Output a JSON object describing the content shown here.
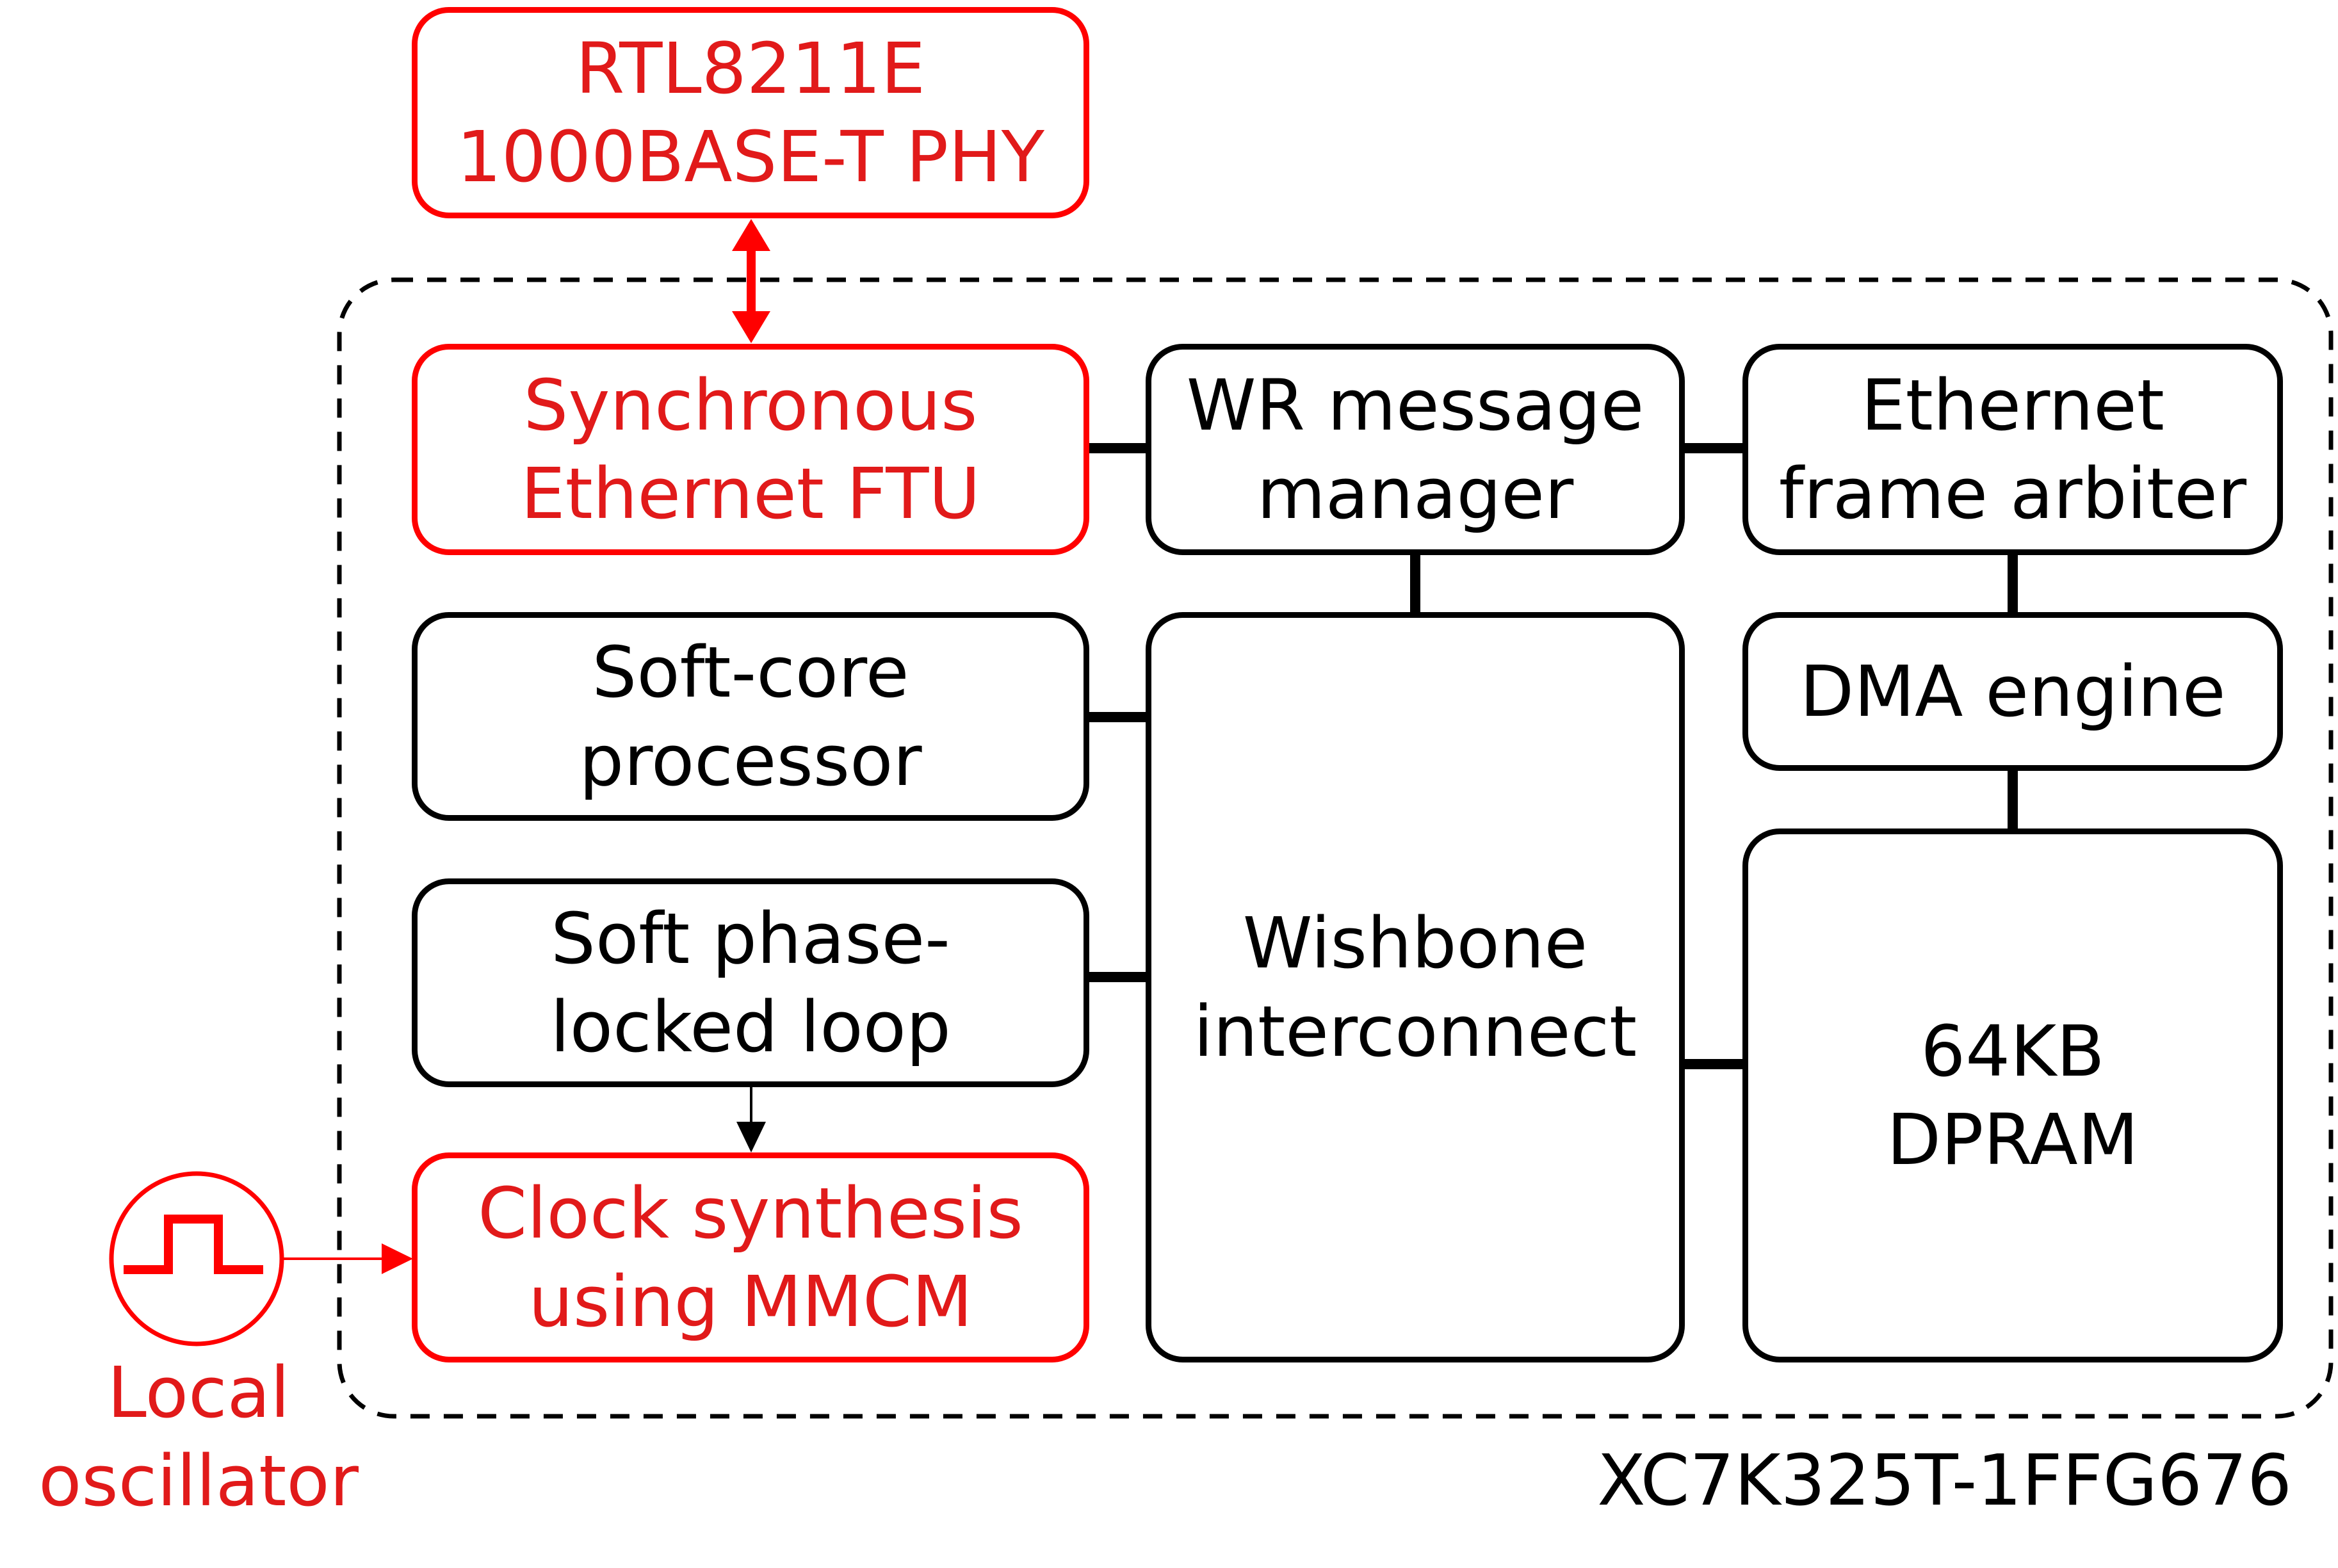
{
  "colors": {
    "highlight": "#ff0000",
    "highlight_text": "#e11a1a",
    "normal": "#000000"
  },
  "blocks": {
    "phy": {
      "line1": "RTL8211E",
      "line2": "1000BASE-T PHY"
    },
    "syncE": {
      "line1": "Synchronous",
      "line2": "Ethernet FTU"
    },
    "wr_manager": {
      "line1": "WR message",
      "line2": "manager"
    },
    "frame_arbiter": {
      "line1": "Ethernet",
      "line2": "frame arbiter"
    },
    "soft_core": {
      "line1": "Soft-core",
      "line2": "processor"
    },
    "dma": {
      "line1": "DMA engine"
    },
    "soft_pll": {
      "line1": "Soft phase-",
      "line2": "locked loop"
    },
    "wishbone": {
      "line1": "Wishbone",
      "line2": "interconnect"
    },
    "dpram": {
      "line1": "64KB",
      "line2": "DPRAM"
    },
    "clock_synth": {
      "line1": "Clock synthesis",
      "line2": "using MMCM"
    }
  },
  "oscillator": {
    "icon": "square-pulse-icon",
    "line1": "Local",
    "line2": "oscillator"
  },
  "fpga_label": "XC7K325T-1FFG676"
}
